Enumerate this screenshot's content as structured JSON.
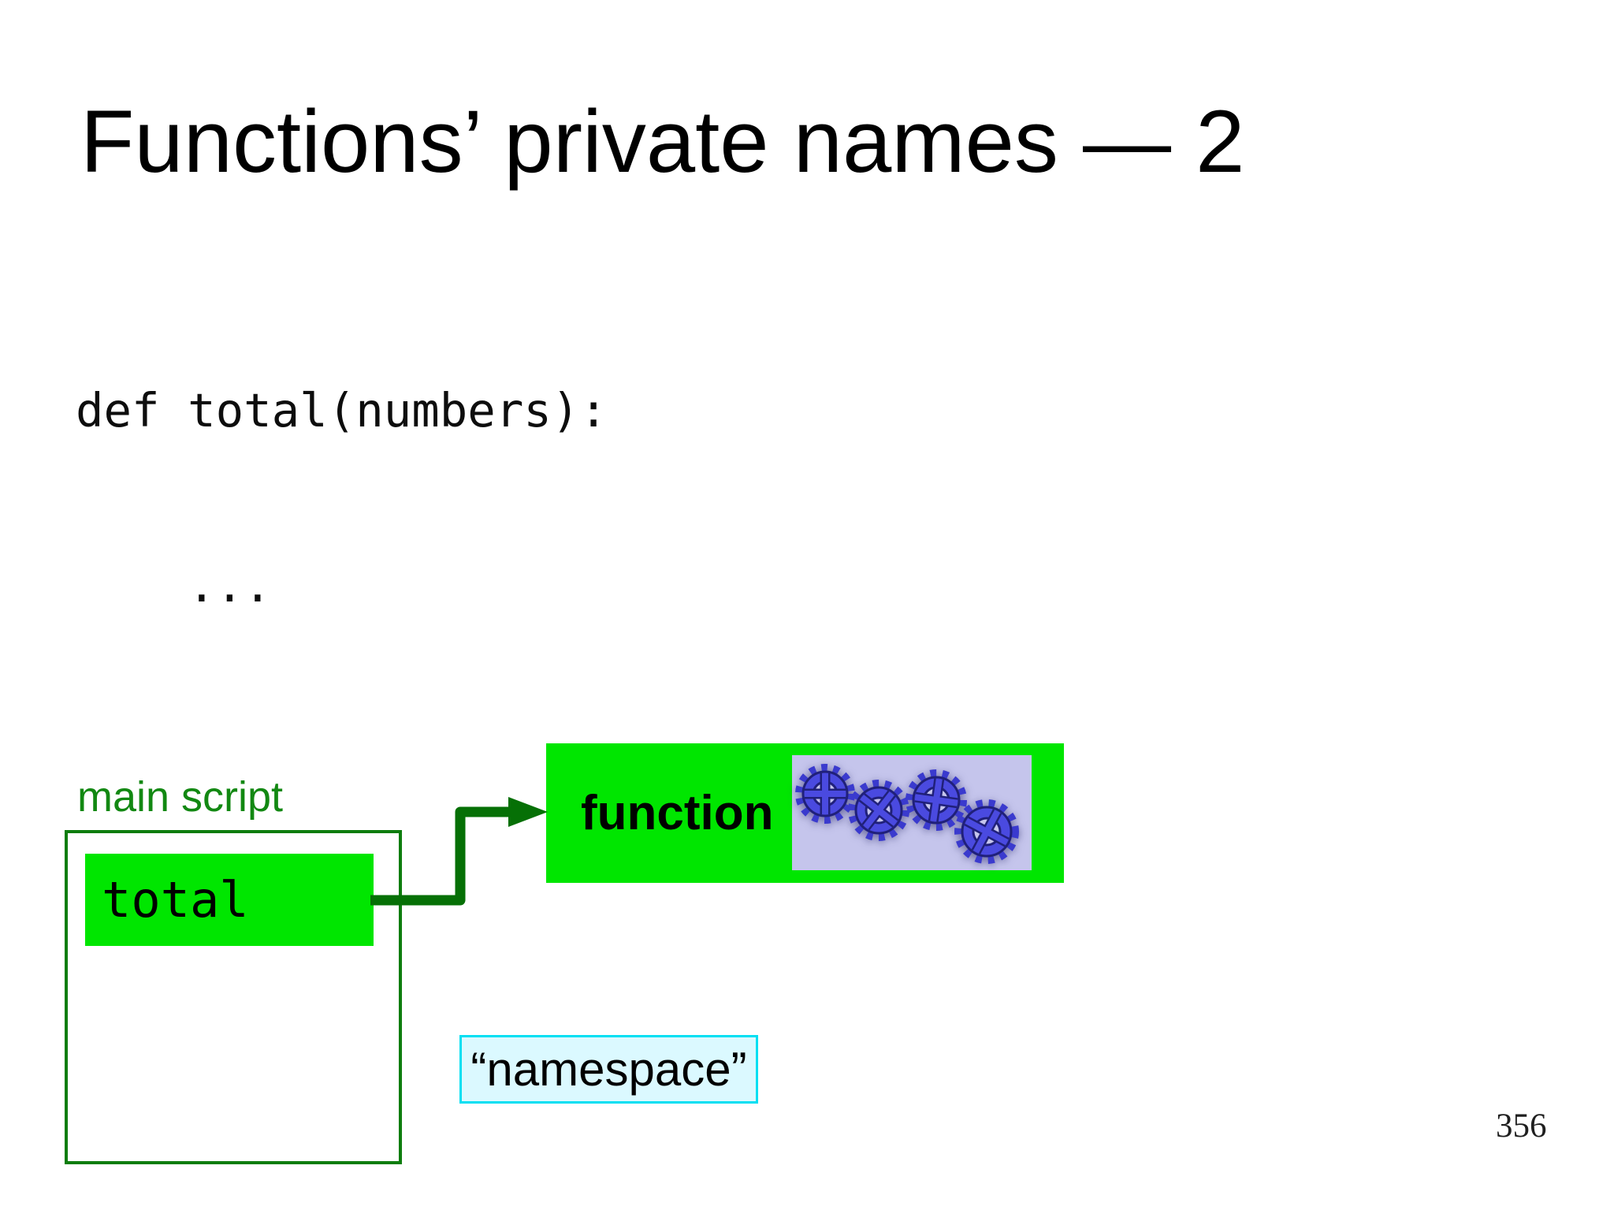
{
  "slide": {
    "title": "Functions’ private names — 2",
    "code": {
      "line1": "def total(numbers):",
      "line2": "    ..."
    },
    "diagram": {
      "main_script_label": "main script",
      "total_label": "total",
      "function_label": "function",
      "namespace_label": "“namespace”",
      "gears_icon": "gears-icon"
    },
    "page_number": "356",
    "colors": {
      "bright_green_fill": "#00e600",
      "dark_green_border": "#0d7d0d",
      "dark_green_text": "#128812",
      "arrow_green": "#067006",
      "lavender_panel": "#c5c5ec",
      "gear_blue": "#4a4ae0",
      "gear_outline": "#20207a",
      "cyan_border": "#00dff2",
      "cyan_fill": "#dbf9ff"
    }
  }
}
